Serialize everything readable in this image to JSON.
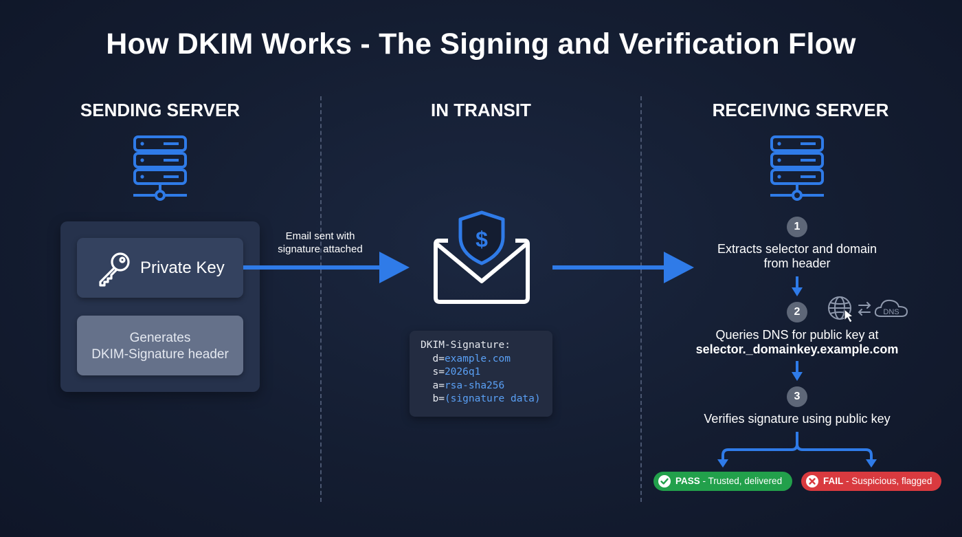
{
  "title": "How DKIM Works - The Signing and Verification Flow",
  "columns": {
    "sending": "SENDING SERVER",
    "transit": "IN TRANSIT",
    "receiving": "RECEIVING SERVER"
  },
  "sending": {
    "private_key": "Private Key",
    "generates_line1": "Generates",
    "generates_line2": "DKIM-Signature header"
  },
  "transit": {
    "arrow_label_line1": "Email sent with",
    "arrow_label_line2": "signature attached",
    "signature": {
      "header": "DKIM-Signature:",
      "fields": [
        {
          "key": "d=",
          "value": "example.com"
        },
        {
          "key": "s=",
          "value": "2026q1"
        },
        {
          "key": "a=",
          "value": "rsa-sha256"
        },
        {
          "key": "b=",
          "value": "(signature data)"
        }
      ]
    }
  },
  "receiving": {
    "steps": [
      {
        "num": "1",
        "line1": "Extracts selector and domain",
        "line2": "from header"
      },
      {
        "num": "2",
        "line1": "Queries DNS for public key at",
        "line2": "selector._domainkey.example.com"
      },
      {
        "num": "3",
        "line1": "Verifies signature using public key",
        "line2": ""
      }
    ],
    "dns_label": "DNS",
    "pass": {
      "label": "PASS",
      "text": " - Trusted, delivered"
    },
    "fail": {
      "label": "FAIL",
      "text": " - Suspicious, flagged"
    }
  },
  "colors": {
    "background": "#141d31",
    "accent_blue": "#2f7be8",
    "pass": "#22a04b",
    "fail": "#d93a3f"
  },
  "icons": [
    "server-icon",
    "key-icon",
    "envelope-shield-icon",
    "globe-cursor-icon",
    "swap-arrows-icon",
    "cloud-dns-icon",
    "check-icon",
    "x-icon"
  ]
}
